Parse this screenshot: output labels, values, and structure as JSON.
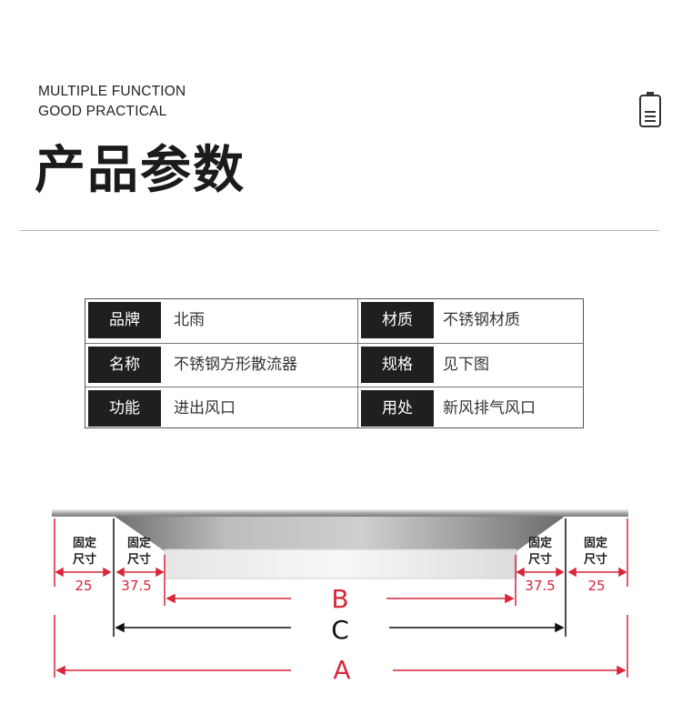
{
  "header": {
    "tagline_1": "MULTIPLE FUNCTION",
    "tagline_2": "GOOD PRACTICAL",
    "title": "产品参数"
  },
  "specs": [
    {
      "label_1": "品牌",
      "value_1": "北雨",
      "label_2": "材质",
      "value_2": "不锈钢材质"
    },
    {
      "label_1": "名称",
      "value_1": "不锈钢方形散流器",
      "label_2": "规格",
      "value_2": "见下图"
    },
    {
      "label_1": "功能",
      "value_1": "进出风口",
      "label_2": "用处",
      "value_2": "新风排气风口"
    }
  ],
  "diagram": {
    "fixed_size_label_line1": "固定",
    "fixed_size_label_line2": "尺寸",
    "outer_margin": "25",
    "inner_margin": "37.5",
    "dim_b": "B",
    "dim_c": "C",
    "dim_a": "A",
    "colors": {
      "dimension_red": "#d6263a",
      "dimension_black": "#111111"
    }
  }
}
